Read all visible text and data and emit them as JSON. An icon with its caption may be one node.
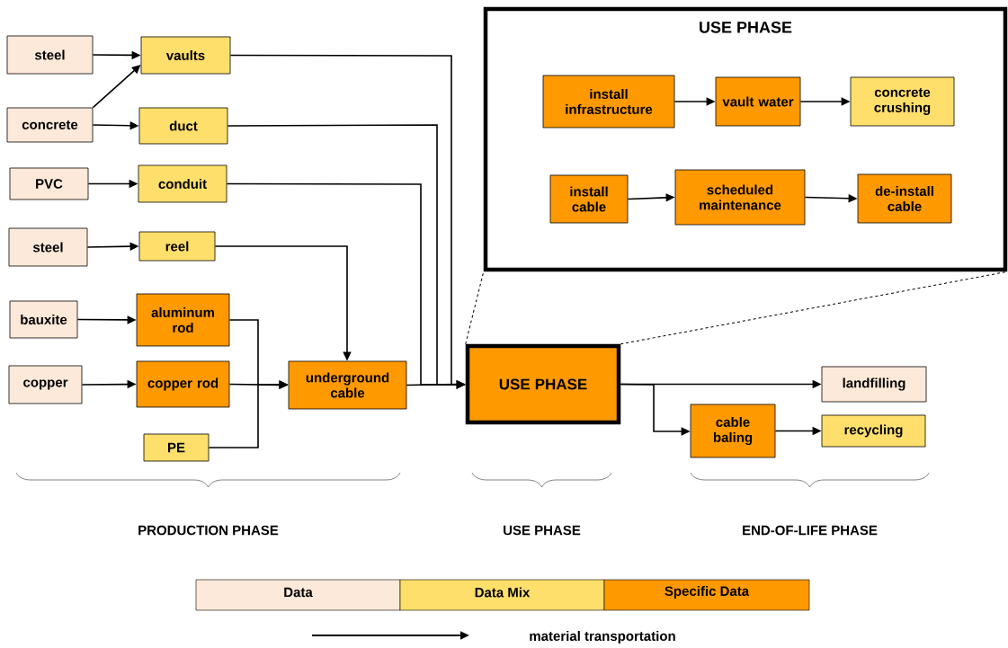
{
  "diagram": {
    "nodes": [
      {
        "text": [
          "steel"
        ]
      },
      {
        "text": [
          "vaults"
        ]
      },
      {
        "text": [
          "concrete"
        ]
      },
      {
        "text": [
          "duct"
        ]
      },
      {
        "text": [
          "PVC"
        ]
      },
      {
        "text": [
          "conduit"
        ]
      },
      {
        "text": [
          "steel"
        ]
      },
      {
        "text": [
          "reel"
        ]
      },
      {
        "text": [
          "bauxite"
        ]
      },
      {
        "text": [
          "aluminum rod"
        ]
      },
      {
        "text": [
          "copper"
        ]
      },
      {
        "text": [
          "copper rod"
        ]
      },
      {
        "text": [
          "PE"
        ]
      },
      {
        "text": [
          "underground cable"
        ]
      },
      {
        "text": [
          "USE PHASE"
        ]
      },
      {
        "text": [
          "landfilling"
        ]
      },
      {
        "text": [
          "cable baling"
        ]
      },
      {
        "text": [
          "recycling"
        ]
      },
      {
        "text": [
          "USE PHASE"
        ]
      },
      {
        "text": [
          "install infrastructure"
        ],
        "in": 18
      },
      {
        "text": [
          "vault water"
        ],
        "in": 18
      },
      {
        "text": [
          "concrete crushing"
        ],
        "in": 18
      },
      {
        "text": [
          "install cable"
        ],
        "in": 18
      },
      {
        "text": [
          "scheduled maintenance"
        ],
        "in": 18
      },
      {
        "text": [
          "de-install cable"
        ],
        "in": 18
      }
    ],
    "edges": [
      {
        "from": 0,
        "to": 1,
        "arrow": "to"
      },
      {
        "from": 2,
        "to": 1,
        "arrow": "to"
      },
      {
        "from": 2,
        "to": 3,
        "arrow": "to"
      },
      {
        "from": 4,
        "to": 5,
        "arrow": "to"
      },
      {
        "from": 6,
        "to": 7,
        "arrow": "to"
      },
      {
        "from": 8,
        "to": 9,
        "arrow": "to"
      },
      {
        "from": 10,
        "to": 11,
        "arrow": "to"
      },
      {
        "from": 9,
        "to": 13,
        "arrow": "to"
      },
      {
        "from": 11,
        "to": 13,
        "arrow": "to"
      },
      {
        "from": 12,
        "to": 13,
        "arrow": "to"
      },
      {
        "from": 7,
        "to": 13,
        "arrow": "to"
      },
      {
        "from": 1,
        "to": 14,
        "arrow": "to"
      },
      {
        "from": 3,
        "to": 14,
        "arrow": "to"
      },
      {
        "from": 5,
        "to": 14,
        "arrow": "to"
      },
      {
        "from": 13,
        "to": 14,
        "arrow": "to"
      },
      {
        "from": 14,
        "to": 15,
        "arrow": "to"
      },
      {
        "from": 14,
        "to": 16,
        "arrow": "to"
      },
      {
        "from": 16,
        "to": 17,
        "arrow": "to"
      },
      {
        "from": 19,
        "to": 20,
        "arrow": "to"
      },
      {
        "from": 20,
        "to": 21,
        "arrow": "to"
      },
      {
        "from": 22,
        "to": 23,
        "arrow": "to"
      },
      {
        "from": 23,
        "to": 24,
        "arrow": "to"
      },
      {
        "from": 14,
        "to": 18,
        "arrow": "none",
        "style": "dashed"
      },
      {
        "from": 14,
        "to": 18,
        "arrow": "none",
        "style": "dashed"
      }
    ],
    "labels": [
      "PRODUCTION PHASE",
      "USE PHASE",
      "END-OF-LIFE PHASE"
    ],
    "legend": [
      {
        "text": "Data",
        "color": "#fde9d9"
      },
      {
        "text": "Data Mix",
        "color": "#ffdf6b"
      },
      {
        "text": "Specific Data",
        "color": "#ff9900"
      },
      {
        "text": "material transportation"
      }
    ]
  }
}
